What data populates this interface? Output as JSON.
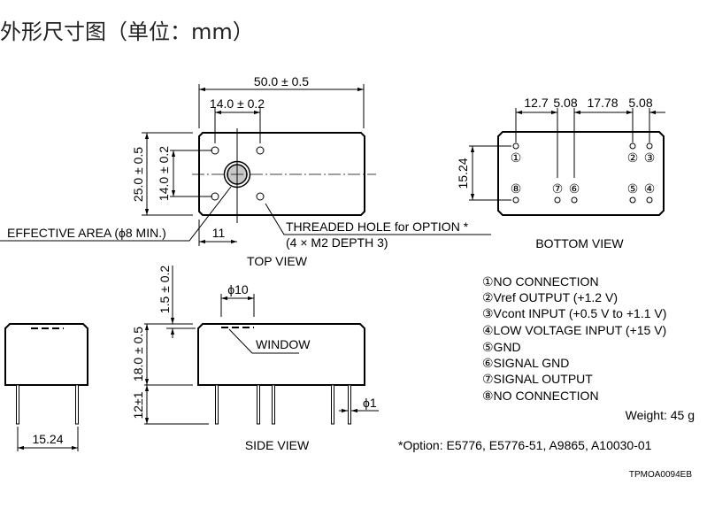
{
  "title": "外形尺寸图（单位：mm）",
  "top_view": {
    "label": "TOP VIEW",
    "width_dim": "50.0 ± 0.5",
    "hole_pitch_h": "14.0 ± 0.2",
    "height_dim": "25.0 ± 0.5",
    "hole_pitch_v": "14.0 ± 0.2",
    "offset_dim": "11",
    "effective_area": "EFFECTIVE AREA (ϕ8 MIN.)",
    "threaded_hole": "THREADED HOLE for OPTION *",
    "threaded_hole_spec": "(4 × M2 DEPTH 3)"
  },
  "bottom_view": {
    "label": "BOTTOM VIEW",
    "dims": [
      "12.7",
      "5.08",
      "17.78",
      "5.08"
    ],
    "row_pitch": "15.24",
    "pins": [
      "①",
      "②",
      "③",
      "④",
      "⑤",
      "⑥",
      "⑦",
      "⑧"
    ]
  },
  "side_view": {
    "label": "SIDE VIEW",
    "window_dia": "ϕ10",
    "window": "WINDOW",
    "window_depth": "1.5 ± 0.2",
    "body_height": "18.0 ± 0.5",
    "pin_length": "12±1",
    "pin_dia": "ϕ1",
    "end_pitch": "15.24"
  },
  "pin_legend": [
    "①NO CONNECTION",
    "②Vref OUTPUT (+1.2 V)",
    "③Vcont INPUT (+0.5 V to +1.1 V)",
    "④LOW VOLTAGE INPUT (+15 V)",
    "⑤GND",
    "⑥SIGNAL GND",
    "⑦SIGNAL OUTPUT",
    "⑧NO CONNECTION"
  ],
  "weight": "Weight: 45 g",
  "options": "*Option: E5776, E5776-51, A9865, A10030-01",
  "drawing_code": "TPMOA0094EB"
}
